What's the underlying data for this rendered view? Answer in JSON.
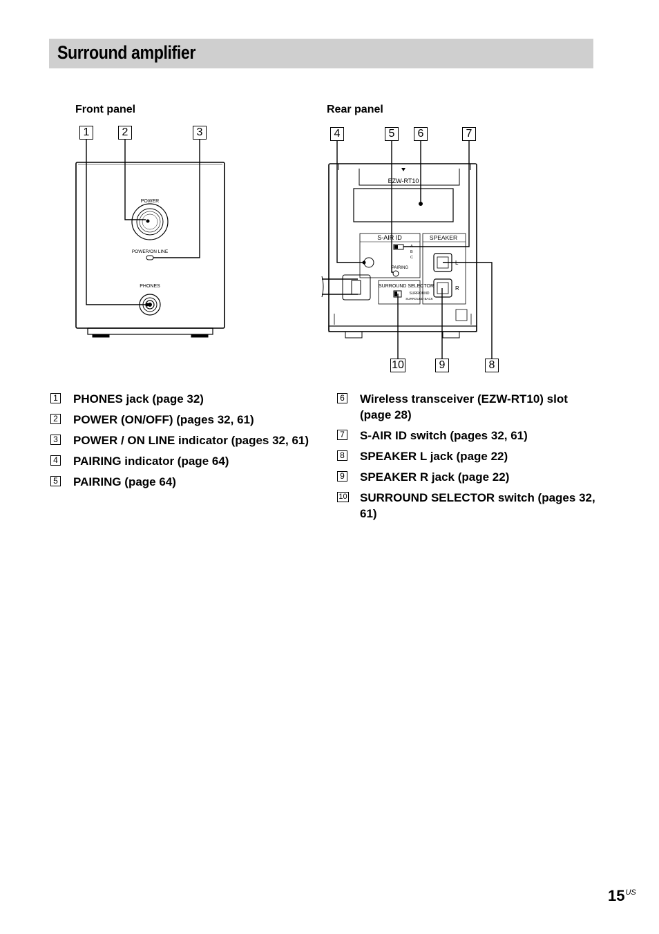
{
  "title": "Surround amplifier",
  "front_panel": {
    "heading": "Front panel",
    "labels": {
      "power": "POWER",
      "indicator": "POWER/ON LINE",
      "phones": "PHONES"
    },
    "callouts": [
      "1",
      "2",
      "3"
    ]
  },
  "rear_panel": {
    "heading": "Rear panel",
    "labels": {
      "slot": "EZW-RT10",
      "sair_id": "S-AIR ID",
      "speaker": "SPEAKER",
      "pairing": "PAIRING",
      "switch_a": "A",
      "switch_b": "B",
      "switch_c": "C",
      "surround_selector": "SURROUND SELECTOR",
      "surround": "SURROUND",
      "surround_back": "SURROUND\nBACK",
      "jack_l": "L",
      "jack_r": "R"
    },
    "callouts_top": [
      "4",
      "5",
      "6",
      "7"
    ],
    "callouts_bottom": [
      "10",
      "9",
      "8"
    ]
  },
  "items_left": [
    {
      "num": "1",
      "text": "PHONES jack (page 32)"
    },
    {
      "num": "2",
      "text": "POWER (ON/OFF) (pages 32, 61)"
    },
    {
      "num": "3",
      "text": "POWER / ON LINE indicator (pages 32, 61)"
    },
    {
      "num": "4",
      "text": "PAIRING indicator (page 64)"
    },
    {
      "num": "5",
      "text": "PAIRING (page 64)"
    }
  ],
  "items_right": [
    {
      "num": "6",
      "text": "Wireless transceiver (EZW-RT10) slot (page 28)"
    },
    {
      "num": "7",
      "text": "S-AIR ID switch (pages 32, 61)"
    },
    {
      "num": "8",
      "text": "SPEAKER L jack (page 22)"
    },
    {
      "num": "9",
      "text": "SPEAKER R jack (page 22)"
    },
    {
      "num": "10",
      "text": "SURROUND SELECTOR switch (pages 32, 61)"
    }
  ],
  "page_number": "15",
  "page_suffix": "US"
}
